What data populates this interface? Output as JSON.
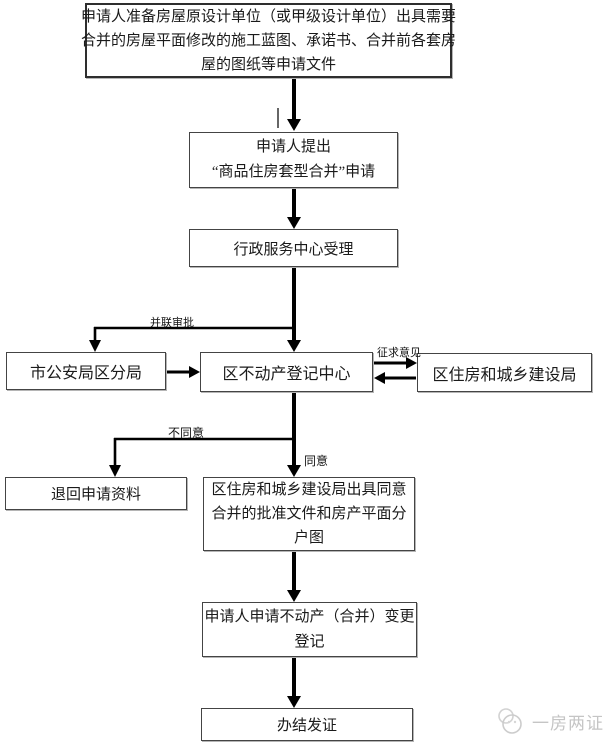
{
  "flow": {
    "boxes": {
      "prepare": {
        "lines": [
          "申请人准备房屋原设计单位（或甲级设计单位）出具需要",
          "合并的房屋平面修改的施工蓝图、承诺书、合并前各套房",
          "屋的图纸等申请文件"
        ]
      },
      "apply": {
        "lines": [
          "申请人提出",
          "“商品住房套型合并”申请"
        ]
      },
      "accept": {
        "text": "行政服务中心受理"
      },
      "police": {
        "text": "市公安局区分局"
      },
      "registry": {
        "text": "区不动产登记中心"
      },
      "housing": {
        "text": "区住房和城乡建设局"
      },
      "return": {
        "text": "退回申请资料"
      },
      "approval": {
        "lines": [
          "区住房和城乡建设局出具同意",
          "合并的批准文件和房产平面分",
          "户图"
        ]
      },
      "change": {
        "lines": [
          "申请人申请不动产（合并）变更",
          "登记"
        ]
      },
      "final": {
        "text": "办结发证"
      }
    },
    "edge_labels": {
      "parallel_approval": "并联审批",
      "seek_opinion": "征求意见",
      "disagree": "不同意",
      "agree": "同意"
    }
  },
  "footer": {
    "brand": "一房两证"
  },
  "colors": {
    "line": "#000000",
    "box_border": "#444444",
    "watermark": "#c5c5c5",
    "background": "#ffffff"
  }
}
